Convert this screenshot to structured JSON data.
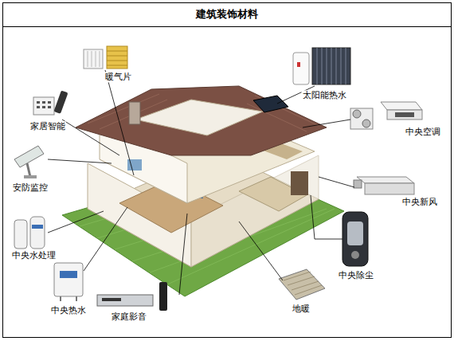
{
  "diagram": {
    "title": "建筑装饰材料",
    "labels": [
      "暖气片",
      "太阳能热水",
      "家居智能",
      "中央空调",
      "安防监控",
      "中央新风",
      "中央水处理",
      "中央除尘",
      "中央热水",
      "家庭影音",
      "地暖"
    ]
  }
}
